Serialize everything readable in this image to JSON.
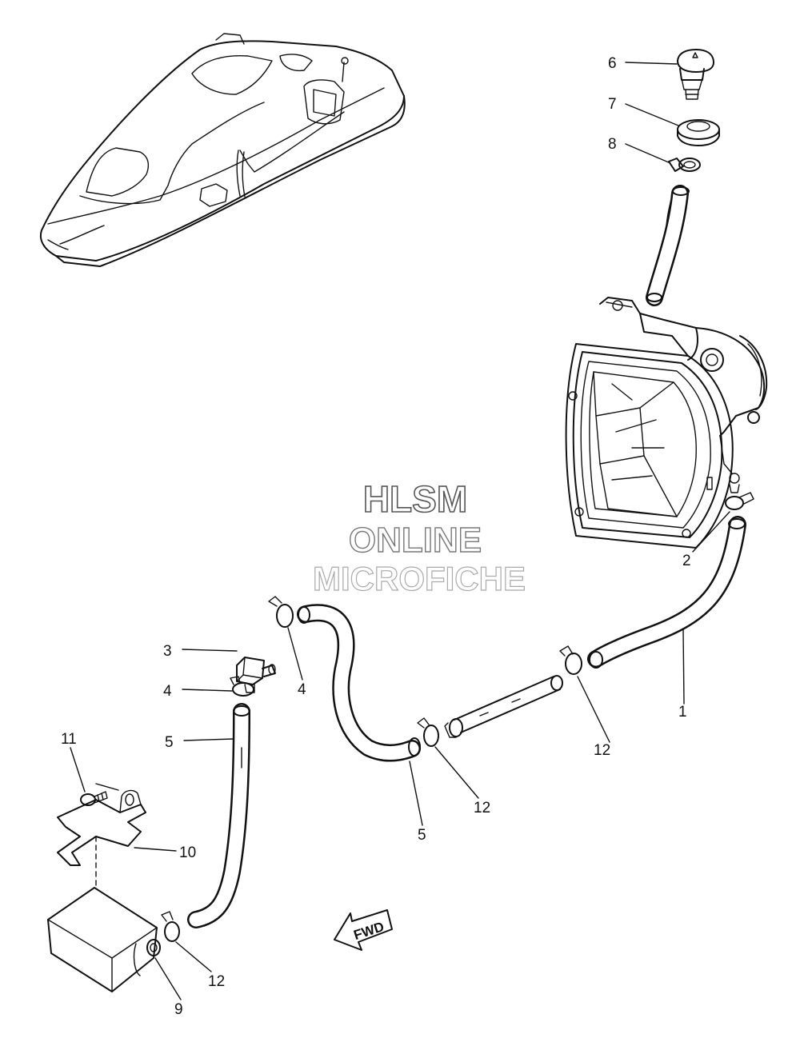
{
  "watermark": {
    "line1": "HLSM",
    "line2": "ONLINE",
    "line3": "MICROFICHE"
  },
  "direction_arrow": {
    "label": "FWD"
  },
  "callouts": [
    {
      "id": "c6",
      "num": "6"
    },
    {
      "id": "c7",
      "num": "7"
    },
    {
      "id": "c8",
      "num": "8"
    },
    {
      "id": "c2",
      "num": "2"
    },
    {
      "id": "c3",
      "num": "3"
    },
    {
      "id": "c4a",
      "num": "4"
    },
    {
      "id": "c4b",
      "num": "4"
    },
    {
      "id": "c1",
      "num": "1"
    },
    {
      "id": "c5a",
      "num": "5"
    },
    {
      "id": "c12a",
      "num": "12"
    },
    {
      "id": "c11",
      "num": "11"
    },
    {
      "id": "c12b",
      "num": "12"
    },
    {
      "id": "c5b",
      "num": "5"
    },
    {
      "id": "c10",
      "num": "10"
    },
    {
      "id": "c12c",
      "num": "12"
    },
    {
      "id": "c9",
      "num": "9"
    }
  ],
  "colors": {
    "line": "#111111",
    "background": "#ffffff"
  }
}
